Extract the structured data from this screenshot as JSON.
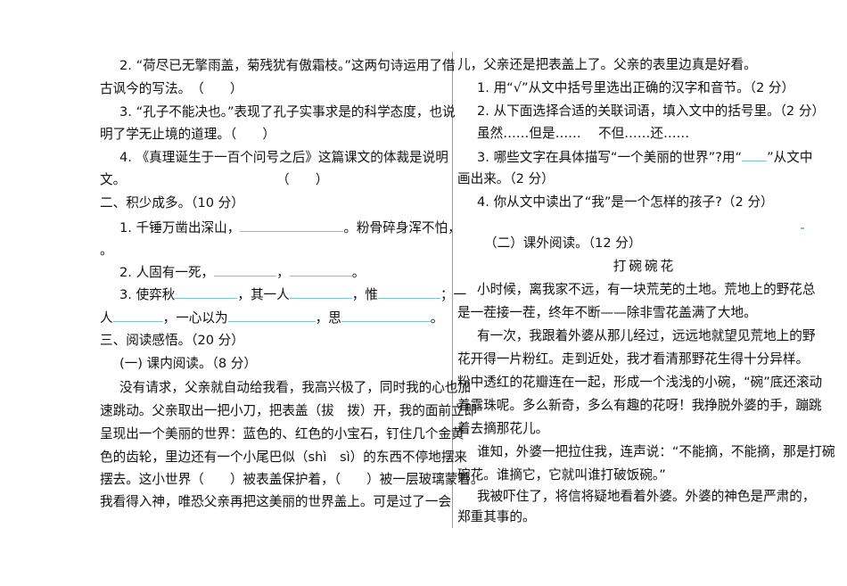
{
  "left": {
    "q2a": "2. “荷尽已无擎雨盖，菊残犹有傲霜枝。”这两句诗运用了借",
    "q2b": "古讽今的写法。　（　　）",
    "q3a": "3. “孔子不能决也。”表现了孔子实事求是的科学态度，也说",
    "q3b": "明了学无止境的道理。（　　）",
    "q4a": "4. 《真理诞生于一百个问号之后》这篇课文的体裁是说明",
    "q4b": "文。",
    "q4paren": "（　　）",
    "sec2": "二、积少成多。（10 分）",
    "f1a": "1. 千锤万凿出深山，",
    "f1b": "。粉骨碎身浑不怕，",
    "f1c": "。",
    "f2a": "2. 人固有一死，",
    "f2b": "，",
    "f2c": "。",
    "f3a": "3. 使弈秋",
    "f3b": "，其一人",
    "f3c": "，惟",
    "f3d": "；一",
    "f3e": "人",
    "f3f": "，一心以为",
    "f3g": "，思",
    "f3h": "。",
    "sec3": "三、阅读感悟。（20 分）",
    "sub1": "(一) 课内阅读。（8 分）",
    "p": [
      "没有请求，父亲就自动给我看，我高兴极了，同时我的心也加",
      "速跳动。父亲取出一把小刀，把表盖（拔　拨）开，我的面前立即",
      "呈现出一个美丽的世界：蓝色的、红色的小宝石，钉住几个金黄",
      "色的齿轮，里边还有一个小尾巴似（shì　sì）的东西不停地摆来",
      "摆去。这小世界（　　）被表盖保护着，（　　）被一层玻璃蒙着。",
      "我看得入神，唯恐父亲再把这美丽的世界盖上。可是过了一会"
    ]
  },
  "right": {
    "cont": "儿，父亲还是把表盖上了。父亲的表里边真是好看。",
    "r1": "1. 用“√”从文中括号里选出正确的汉字和音节。（2 分）",
    "r2": "2.  从下面选择合适的关联词语，填入文中的括号里。（2 分）",
    "r2opts": "虽然……但是……　 不但……还……",
    "r3a": "3. 哪些文字在具体描写“一个美丽的世界”?用“",
    "r3b": "”从文中",
    "r3c": "画出来。（2 分）",
    "r4": "4. 你从文中读出了“我”是一个怎样的孩子?（2 分）",
    "sub2": "（二）课外阅读。（12 分）",
    "title": "打碗碗花",
    "p": [
      "小时候，离我家不远，有一块荒芜的土地。荒地上的野花总",
      "是一茬接一茬，终年不断——除非雪花盖满了大地。",
      "有一次，我跟着外婆从那儿经过，远远地就望见荒地上的野",
      "花开得一片粉红。走到近处，我才看清那野花生得十分异样。",
      "粉中透红的花瓣连在一起，形成一个浅浅的小碗，“碗”底还滚动",
      "着露珠呢。多么新奇，多么有趣的花呀！我挣脱外婆的手，蹦跳",
      "着去摘那花儿。",
      "谁知，外婆一把拉住我，连声说：“不能摘，不能摘，那是打碗",
      "碗花。谁摘它，它就叫谁打破饭碗。”",
      "我被吓住了，将信将疑地看着外婆。外婆的神色是严肃的，",
      "郑重其事的。"
    ]
  },
  "colors": {
    "blank_line": "#7cc6cc",
    "divider": "#999999"
  }
}
